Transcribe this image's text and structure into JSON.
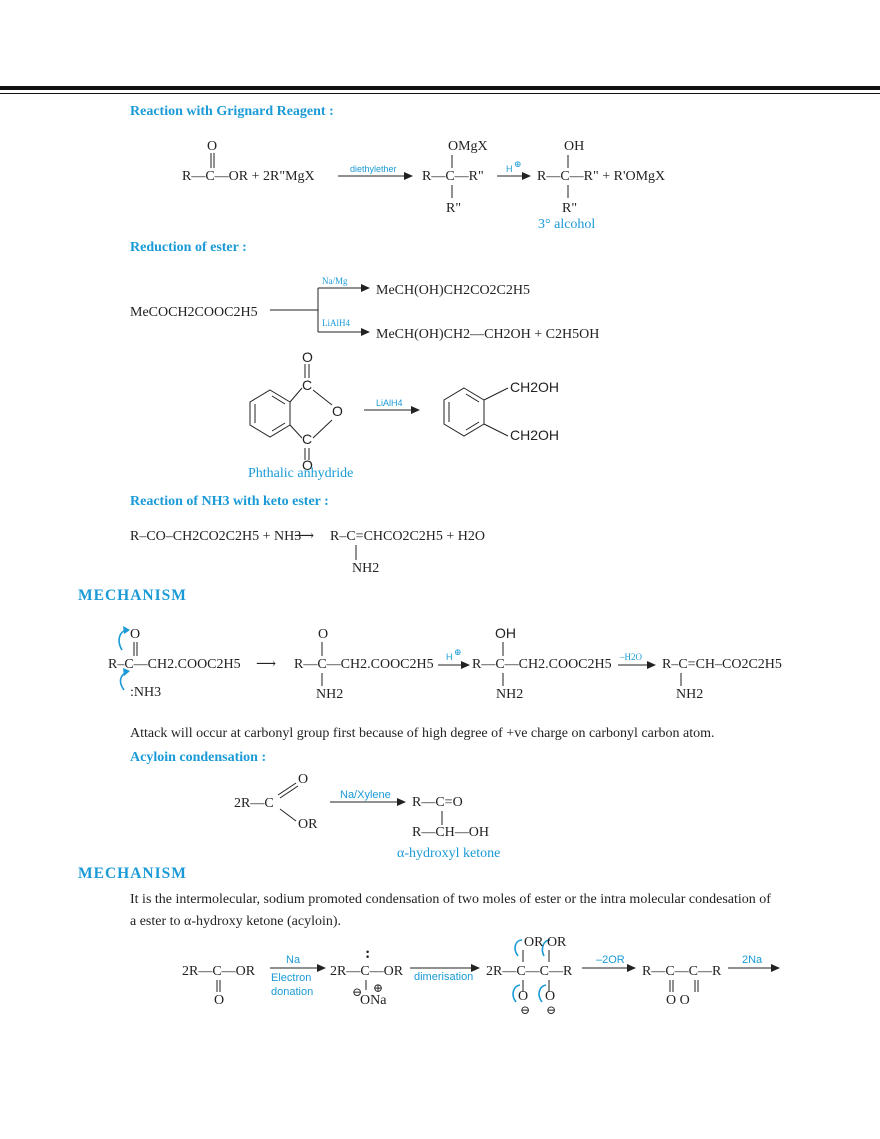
{
  "headings": {
    "grignard": "Reaction with Grignard Reagent :",
    "reduction": "Reduction of ester :",
    "nh3": "Reaction of NH3 with keto ester :",
    "acyloin": "Acyloin condensation :"
  },
  "sections": {
    "mechanism1": "MECHANISM",
    "mechanism2": "MECHANISM"
  },
  "paragraphs": {
    "attack": "Attack will occur at carbonyl group first because of high degree of +ve charge on carbonyl carbon atom.",
    "acyloin_line1": "It is the intermolecular, sodium promoted condensation of two moles of ester or the intra molecular condesation of",
    "acyloin_line2": "a ester to α-hydroxy ketone (acyloin)."
  },
  "grignard": {
    "ester_o": "O",
    "ester": "R—C—OR + 2R\"MgX",
    "reagent": "diethylether",
    "int_top": "OMgX",
    "int_mid": "R—C—R\"",
    "int_bot": "R\"",
    "h_plus": "H",
    "prod_top": "OH",
    "prod_mid": "R—C—R\"  + R'OMgX",
    "prod_bot": "R\"",
    "prod_label": "3° alcohol"
  },
  "reduction": {
    "reactant": "MeCOCH2COOC2H5",
    "reagent1": "Na/Mg",
    "product1": "MeCH(OH)CH2CO2C2H5",
    "reagent2": "LiAlH4",
    "product2": "MeCH(OH)CH2—CH2OH + C2H5OH",
    "anhydride_reagent": "LiAlH4",
    "anhydride_label": "Phthalic anhydride",
    "diol_top": "CH2OH",
    "diol_bot": "CH2OH"
  },
  "nh3_reaction": {
    "reactants": "R–CO–CH2CO2C2H5 + NH3",
    "product": "R–C=CHCO2C2H5 + H2O",
    "product_nh2": "NH2"
  },
  "mechanism1": {
    "s1_o": "O",
    "s1": "R–C—CH2.COOC2H5",
    "s1_nh3": ":NH3",
    "s2_o": "O",
    "s2": "R—C—CH2.COOC2H5",
    "s2_nh2": "NH2",
    "h_plus": "H",
    "s3_oh": "OH",
    "s3": "R—C—CH2.COOC2H5",
    "s3_nh2": "NH2",
    "minus_water": "–H2O",
    "s4": "R–C=CH–CO2C2H5",
    "s4_nh2": "NH2"
  },
  "acyloin": {
    "reactant": "2R—C",
    "reactant_o": "O",
    "reactant_or": "OR",
    "reagent": "Na/Xylene",
    "prod_top": "R—C=O",
    "prod_bot": "R—CH—OH",
    "prod_label": "α-hydroxyl ketone"
  },
  "mechanism2": {
    "m1": "2R—C—OR",
    "m1_o": "O",
    "reagent1_a": "Na",
    "reagent1_b": "Electron",
    "reagent1_c": "donation",
    "m2": "2R—C—OR",
    "m2_ona": "ONa",
    "m2_minus": "⊖",
    "m2_plus": "⊕",
    "reagent2": "dimerisation",
    "m3_or": "OR OR",
    "m3": "2R—C—C—R",
    "m3_o1": "O",
    "m3_o2": "O",
    "m3_minus": "⊖",
    "reagent3": "–2OR",
    "m4": "R—C—C—R",
    "m4_o": "O   O",
    "reagent4": "2Na"
  }
}
